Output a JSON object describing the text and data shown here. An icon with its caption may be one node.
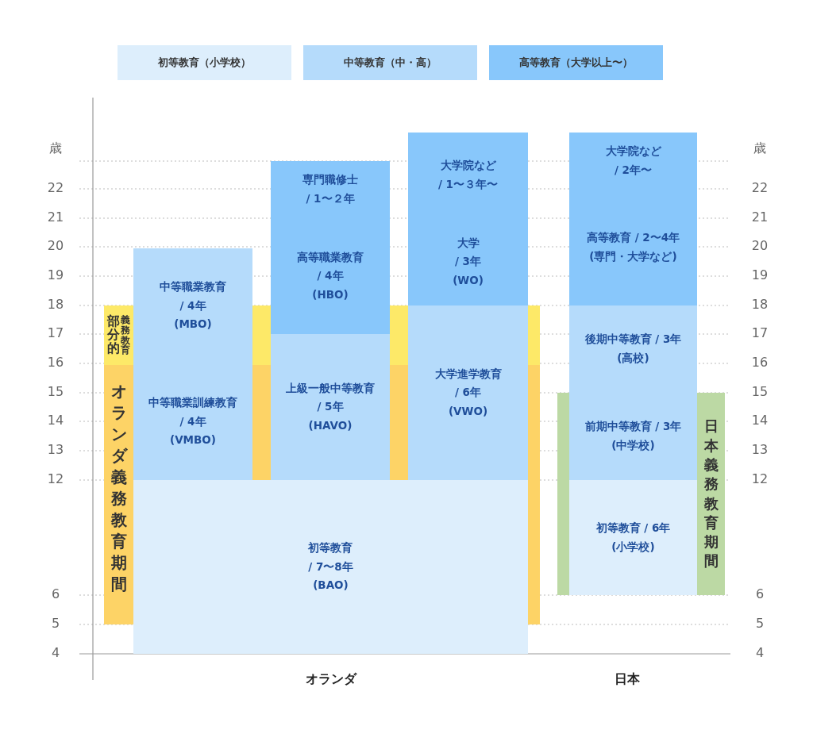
{
  "diagram": {
    "nodes": [
      {
        "text": [
          "初等教育 / 7〜8年 (BAO)"
        ]
      },
      {
        "text": [
          "中等職業訓練教育 / 4年 (VMBO)"
        ]
      },
      {
        "text": [
          "中等職業教育 / 4年 (MBO)"
        ]
      },
      {
        "text": [
          "上級一般中等教育 / 5年 (HAVO)"
        ]
      },
      {
        "text": [
          "高等職業教育 / 4年 (HBO)"
        ]
      },
      {
        "text": [
          "専門職修士 / 1〜２年"
        ]
      },
      {
        "text": [
          "大学進学教育 / 6年 (VWO)"
        ]
      },
      {
        "text": [
          "大学 / 3年 (WO)"
        ]
      },
      {
        "text": [
          "大学院など / 1〜３年〜"
        ]
      },
      {
        "text": [
          "初等教育 / 6年 (小学校)"
        ]
      },
      {
        "text": [
          "前期中等教育 / 3年 (中学校)"
        ]
      },
      {
        "text": [
          "後期中等教育 / 3年 (高校)"
        ]
      },
      {
        "text": [
          "高等教育 / 2〜4年 (専門・大学など)"
        ]
      },
      {
        "text": [
          "大学院など / 2年〜"
        ]
      },
      {
        "text": [
          "オランダ義務教育期間"
        ]
      },
      {
        "text": [
          "部分的",
          "義務教育"
        ]
      },
      {
        "text": [
          "日本義務教育期間"
        ]
      }
    ],
    "labels": [
      "歳",
      "歳",
      "22",
      "22",
      "21",
      "21",
      "20",
      "20",
      "19",
      "19",
      "18",
      "18",
      "17",
      "17",
      "16",
      "16",
      "15",
      "15",
      "14",
      "14",
      "13",
      "13",
      "12",
      "12",
      "6",
      "6",
      "5",
      "5",
      "4",
      "4",
      "オランダ",
      "日本"
    ],
    "legend": [
      {
        "text": "初等教育（小学校）",
        "color": "#ddeefc"
      },
      {
        "text": "中等教育（中・高）",
        "color": "#b5dbfb"
      },
      {
        "text": "高等教育（大学以上〜）",
        "color": "#88c7fb"
      }
    ]
  }
}
